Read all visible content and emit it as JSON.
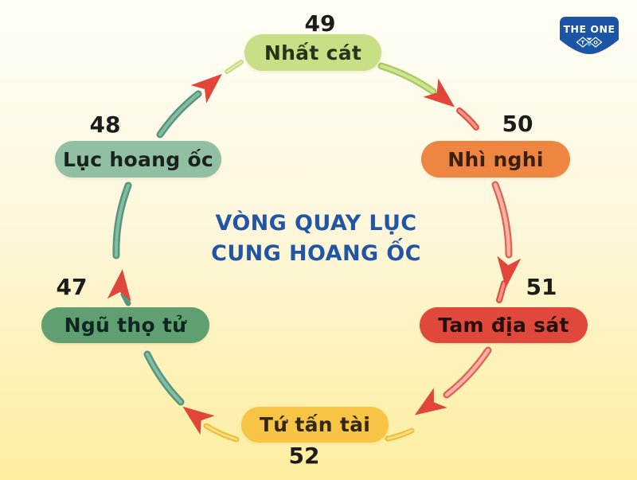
{
  "title": {
    "line1": "VÒNG QUAY LỤC",
    "line2": "CUNG HOANG ỐC"
  },
  "logo": {
    "name": "THE ONE",
    "monogram_left": "T",
    "monogram_right": "O"
  },
  "nodes": [
    {
      "number": "49",
      "label": "Nhất cát",
      "bg": "#c7e086",
      "text": "#24361a",
      "position": "top"
    },
    {
      "number": "50",
      "label": "Nhì nghi",
      "bg": "#ee8540",
      "text": "#3a2010",
      "position": "upper-right"
    },
    {
      "number": "51",
      "label": "Tam địa sát",
      "bg": "#e1483c",
      "text": "#25100c",
      "position": "lower-right"
    },
    {
      "number": "52",
      "label": "Tứ tấn tài",
      "bg": "#f8c446",
      "text": "#33270f",
      "position": "bottom"
    },
    {
      "number": "47",
      "label": "Ngũ thọ tử",
      "bg": "#609f71",
      "text": "#102620",
      "position": "lower-left"
    },
    {
      "number": "48",
      "label": "Lục hoang ốc",
      "bg": "#91bfa3",
      "text": "#1b211c",
      "position": "upper-left"
    }
  ],
  "colors": {
    "background_top": "#fffef7",
    "background_bottom": "#fdee9e",
    "title_text": "#2355a7",
    "number_text": "#1c1c1a",
    "arrow_red": "#e2453a",
    "arc_green": "#a9cd60",
    "arc_green_light": "#cfe593",
    "dash_green": "#c3dd7c",
    "dash_green_light": "#dcedad",
    "arc_pink": "#e4604f",
    "arc_pink_light": "#f5b2a8",
    "dash_red": "#e25244",
    "dash_red_light": "#f0988c",
    "arc_teal": "#56967e",
    "arc_teal_light": "#84bca4",
    "arc_yellow": "#edbe3a",
    "arc_yellow_light": "#f8dd82",
    "logo_bg": "#1c55a6",
    "logo_accent": "#45b8d8",
    "logo_text": "#ffffff"
  }
}
